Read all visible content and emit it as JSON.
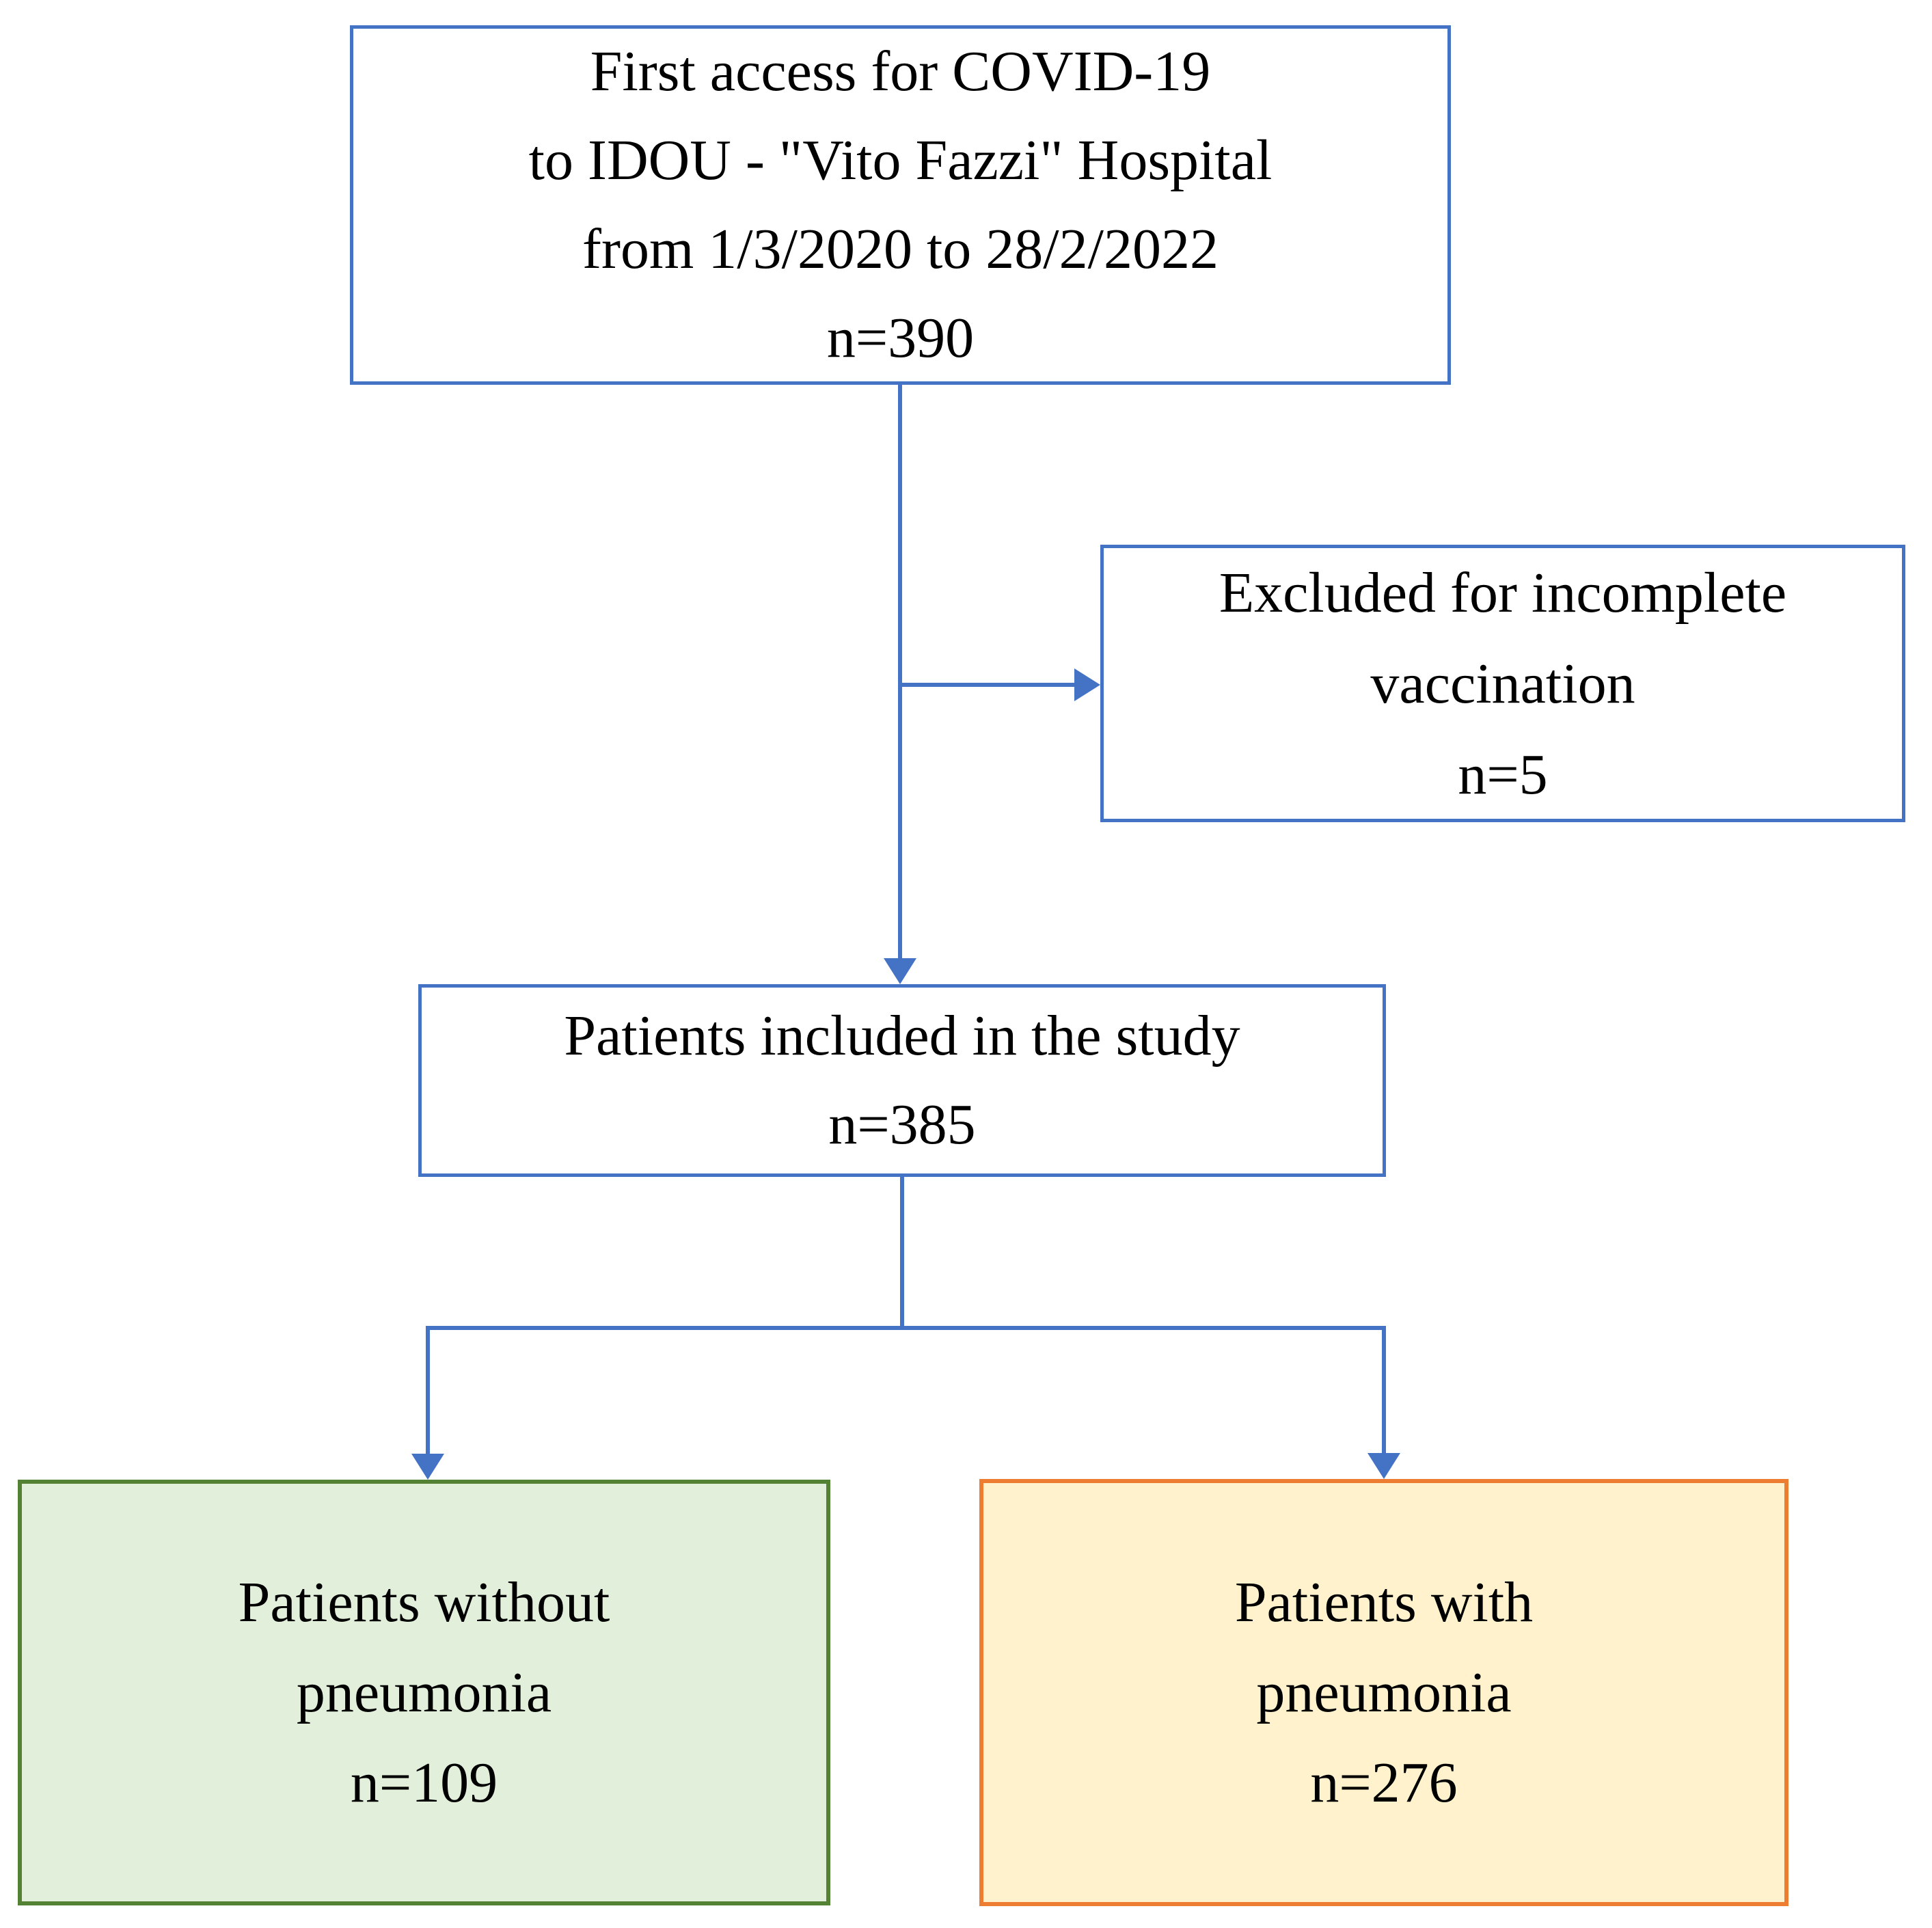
{
  "diagram": {
    "boxes": {
      "enrollment": {
        "lines": [
          "First access for COVID-19",
          "to IDOU - \"Vito Fazzi\" Hospital",
          "from 1/3/2020 to 28/2/2022",
          "n=390"
        ],
        "n": 390
      },
      "excluded": {
        "lines": [
          "Excluded for incomplete",
          "vaccination",
          "n=5"
        ],
        "n": 5
      },
      "included": {
        "lines": [
          "Patients included in the study",
          "n=385"
        ],
        "n": 385
      },
      "without_pneumonia": {
        "lines": [
          "Patients without",
          "pneumonia",
          "n=109"
        ],
        "n": 109
      },
      "with_pneumonia": {
        "lines": [
          "Patients with",
          "pneumonia",
          "n=276"
        ],
        "n": 276
      }
    },
    "colors": {
      "connector_blue": "#4472C4",
      "box_border_blue": "#4472C4",
      "green_border": "#548235",
      "green_fill": "#E2EFDA",
      "orange_border": "#ED7D31",
      "orange_fill": "#FFF2CC",
      "text": "#000000",
      "background": "#FFFFFF"
    }
  }
}
